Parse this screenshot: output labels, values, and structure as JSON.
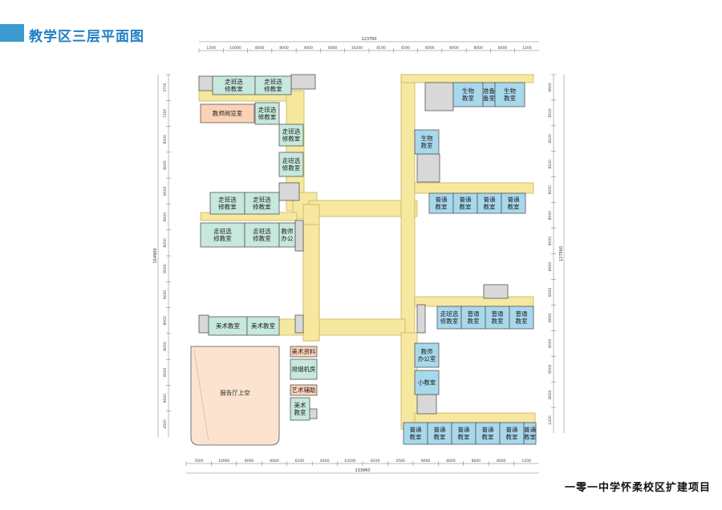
{
  "header": {
    "title": "教学区三层平面图",
    "accent_color": "#3d9ad1"
  },
  "footer": {
    "project": "一零一中学怀柔校区扩建项目"
  },
  "colors": {
    "corridor": "#f7e8a0",
    "classroom": "#a8d8ec",
    "elective": "#c6e8dd",
    "office": "#fbd2b8",
    "auditorium": "#fbe3cf",
    "service": "#d8d8d8",
    "wall": "#555555"
  },
  "dimensions": {
    "top_total": "123760",
    "bottom_total": "133960",
    "left_total": "154900",
    "right_total": "127560",
    "top": [
      "1200",
      "10000",
      "8000",
      "8000",
      "4000",
      "8000",
      "10200",
      "8100",
      "4500",
      "8000",
      "8000",
      "8000",
      "8000",
      "1200"
    ],
    "bottom": [
      "7600",
      "10000",
      "8000",
      "8000",
      "6100",
      "6400",
      "10200",
      "8100",
      "4500",
      "8000",
      "8000",
      "8000",
      "8000",
      "1200"
    ],
    "left": [
      "3700",
      "7200",
      "8000",
      "8000",
      "8000",
      "8000",
      "8000",
      "8000",
      "6000",
      "8000",
      "8000",
      "8000",
      "8000",
      "4500"
    ],
    "right": [
      "9600",
      "8100",
      "8100",
      "8100",
      "8000",
      "8000",
      "8000",
      "8000",
      "8000",
      "8000",
      "8000",
      "8000",
      "8000",
      "1200"
    ]
  },
  "rooms": {
    "zbx1": "走班选\n修教室",
    "zbx2": "走班选\n修教室",
    "teacher_reading": "教师阅览室",
    "zbx3": "走班选\n修教室",
    "zbx4": "走班选\n修教室",
    "zbx5": "走班选\n修教室",
    "zbx6": "走班选\n修教室",
    "zbx7": "走班选\n修教室",
    "zbx8": "走班选\n修教室",
    "zbx9": "走班选\n修教室",
    "teacher_office_small": "教师\n办公",
    "art1": "美术教室",
    "art2": "美术教室",
    "art_material": "美术资料",
    "smoke_room": "排烟机房",
    "auditorium": "报告厅上空",
    "art_aux": "艺术辅助",
    "art3": "美术\n教室",
    "bio1": "生物\n教室",
    "prep": "准备\n备室",
    "bio2": "生物\n教室",
    "bio3": "生物\n教室",
    "pt1": "普通\n教室",
    "pt2": "普通\n教室",
    "pt3": "普通\n教室",
    "pt4": "普通\n教室",
    "zbx10": "走班选\n修教室",
    "pt5": "普通\n教室",
    "pt6": "普通\n教室",
    "pt7": "普通\n教室",
    "teacher_office": "教师\n办公室",
    "small_class": "小教室",
    "pt8": "普通\n教室",
    "pt9": "普通\n教室",
    "pt10": "普通\n教室",
    "pt11": "普通\n教室",
    "pt12": "普通\n教室",
    "pt13": "普通\n教室"
  }
}
